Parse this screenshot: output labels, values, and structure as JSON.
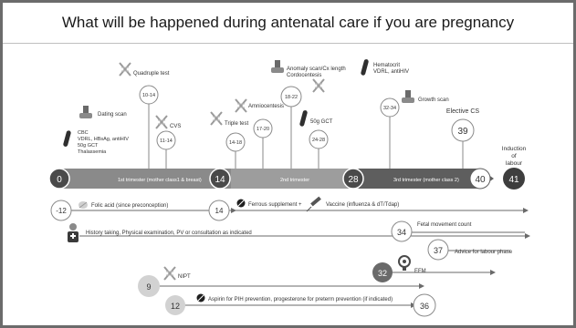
{
  "title": "What will be happened during antenatal care if you are pregnancy",
  "timeline": {
    "start": "0",
    "trimester1": "1st trimester (mother class1 & breast)",
    "week14": "14",
    "trimester2": "2nd trimester",
    "week28": "28",
    "trimester3": "3rd trimester (mother class 2)",
    "week40": "40",
    "week41": "41",
    "induction": [
      "Induction",
      "of",
      "labour"
    ]
  },
  "above": {
    "dating_scan": "Dating scan",
    "first_labs": [
      "CBC",
      "VDRL, HBsAg, antiHIV",
      "50g GCT",
      "Thalassemia"
    ],
    "quadruple_test": "Quadruple test",
    "quad_weeks": "10-14",
    "cvs": "CVS",
    "cvs_weeks": "11-14",
    "triple_test": "Triple test",
    "triple_weeks": "14-18",
    "amniocentesis": "Amniocentesis",
    "amnio_weeks": "17-20",
    "anomaly_scan": [
      "Anomaly scan/Cx length",
      "Cordocentesis"
    ],
    "anomaly_weeks": "18-22",
    "gct": "50g GCT",
    "gct_weeks": "24-28",
    "hematocrit": [
      "Hematocrit",
      "VDRL, antiHIV"
    ],
    "hct_weeks": "32-34",
    "growth_scan": "Growth scan",
    "elective_cs": "Elective CS",
    "elective_week": "39"
  },
  "below": {
    "folic_start": "-12",
    "folic_acid": "Folic acid (since preconception)",
    "iron_start": "14",
    "ferrous": "Ferrous supplement +",
    "vaccine": "Vaccine (influenza & dT/Tdap)",
    "history": "History taking, Physical examination, PV or consultation as indicated",
    "fetal_week": "34",
    "fetal_movement": "Fetal movement count",
    "advice_week": "37",
    "advice": "Advice for labour phase",
    "efm_week": "32",
    "efm": "EFM",
    "nipt_week": "9",
    "nipt": "NIPT",
    "aspirin_start": "12",
    "aspirin": "Aspirin for PIH prevention, progesterone for preterm prevention (if indicated)",
    "aspirin_end": "36"
  }
}
